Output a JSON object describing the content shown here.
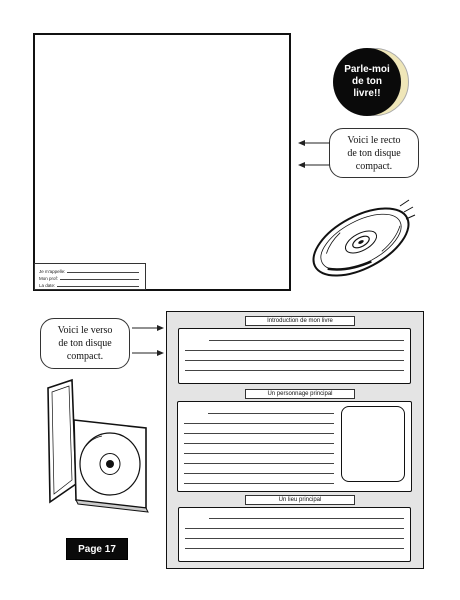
{
  "badge": {
    "text": "Parle-moi\nde ton\nlivre!!"
  },
  "front": {
    "callout": "Voici le recto\nde ton disque\ncompact.",
    "info_fields": [
      "Je m'appelle:",
      "Mon prof:",
      "La date:"
    ]
  },
  "back": {
    "callout": "Voici le verso\nde ton disque\ncompact.",
    "sections": [
      {
        "title": "Introduction de mon livre"
      },
      {
        "title": "Un personnage principal"
      },
      {
        "title": "Un lieu principal"
      }
    ]
  },
  "page_label": "Page 17",
  "icons": [
    "compact-disc-icon",
    "cd-case-icon",
    "arrow-left-icon",
    "arrow-right-icon"
  ],
  "colors": {
    "ink": "#111111",
    "panel": "#e4e4e4",
    "moon": "#efe6b8"
  }
}
